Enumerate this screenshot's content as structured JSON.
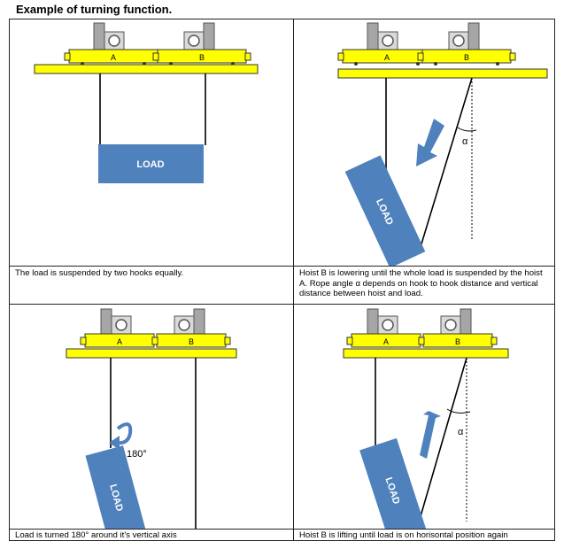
{
  "title": "Example of turning function.",
  "hoists": {
    "a": "A",
    "b": "B"
  },
  "load_label": "LOAD",
  "angle_symbol": "α",
  "turn_label": "180°",
  "panels": [
    {
      "caption": "The load is suspended by two hooks equally."
    },
    {
      "caption": "Hoist B is lowering until the whole load is suspended by the hoist A. Rope angle α depends on hook to hook distance and vertical distance between hoist and load."
    },
    {
      "caption": "Load is turned 180° around it's vertical axis"
    },
    {
      "caption": "Hoist B is lifting until load is on horisontal position again"
    }
  ],
  "colors": {
    "beam": "#ffff00",
    "load": "#4f81bd",
    "arrow": "#4f81bd",
    "motor": "#a6a6a6"
  }
}
